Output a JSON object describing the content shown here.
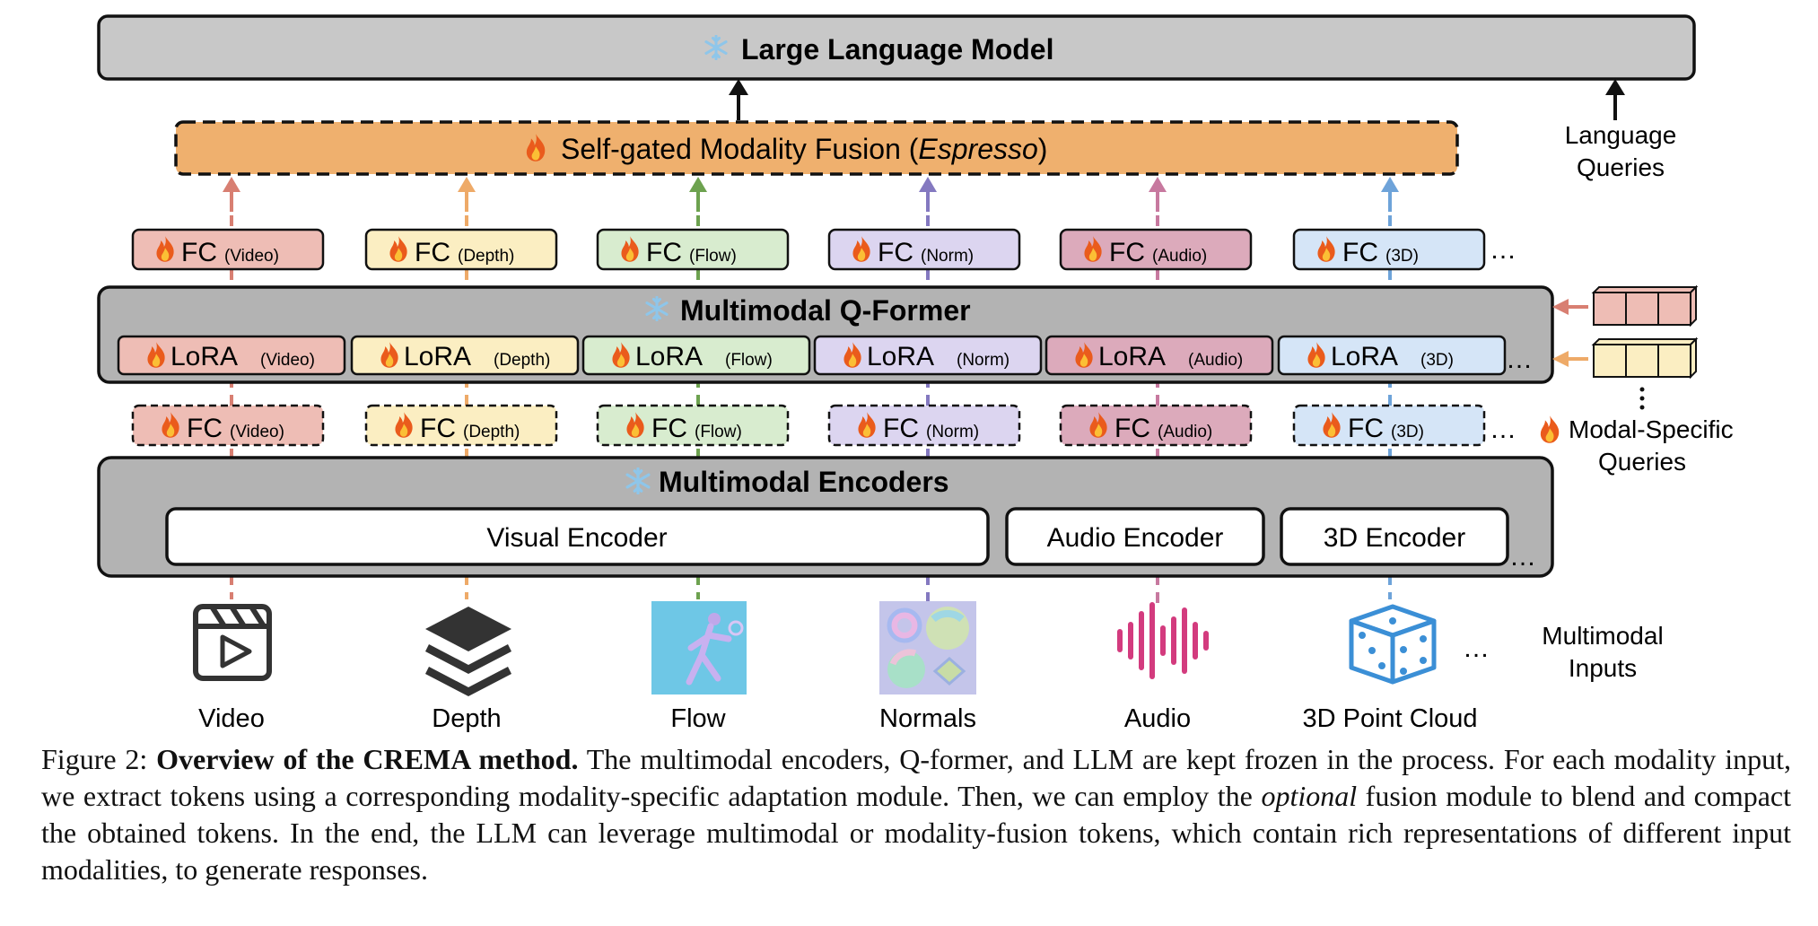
{
  "llm": {
    "label": "Large Language Model"
  },
  "fusion": {
    "label": "Self-gated Modality Fusion (",
    "emph": "Espresso",
    "close": ")"
  },
  "language_queries": {
    "line1": "Language",
    "line2": "Queries"
  },
  "qformer": {
    "label": "Multimodal Q-Former"
  },
  "encoders": {
    "label": "Multimodal Encoders",
    "visual": "Visual Encoder",
    "audio": "Audio Encoder",
    "three_d": "3D Encoder"
  },
  "modalities": [
    {
      "tag": "(Video)",
      "input": "Video",
      "color": "#d87f72",
      "fill": "#eebdb5"
    },
    {
      "tag": "(Depth)",
      "input": "Depth",
      "color": "#eeaa68",
      "fill": "#fbeec2"
    },
    {
      "tag": "(Flow)",
      "input": "Flow",
      "color": "#6da24f",
      "fill": "#d8eccf"
    },
    {
      "tag": "(Norm)",
      "input": "Normals",
      "color": "#8479c0",
      "fill": "#dcd5f0"
    },
    {
      "tag": "(Audio)",
      "input": "Audio",
      "color": "#c7799f",
      "fill": "#dcaabb"
    },
    {
      "tag": "(3D)",
      "input": "3D Point Cloud",
      "color": "#6ea3d9",
      "fill": "#d5e5f7"
    }
  ],
  "fc_label": "FC",
  "lora_label": "LoRA",
  "ellipsis": "…",
  "modal_specific_queries": {
    "line1": "Modal-Specific",
    "line2": "Queries"
  },
  "multimodal_inputs": {
    "line1": "Multimodal",
    "line2": "Inputs"
  },
  "icons": {
    "fire": "fire-icon",
    "snowflake": "snowflake-icon"
  },
  "colors": {
    "llm_fill": "#c8c8c8",
    "fusion_fill": "#efb06e",
    "gray_block": "#b3b3b3"
  },
  "caption": {
    "prefix": "Figure 2: ",
    "bold": "Overview of the CREMA method.",
    "part1": " The multimodal encoders, Q-former, and LLM are kept frozen in the process. For each modality input, we extract tokens using a corresponding modality-specific adaptation module. Then, we can employ the ",
    "italic": "optional",
    "part2": " fusion module to blend and compact the obtained tokens. In the end, the LLM can leverage multimodal or modality-fusion tokens, which contain rich representations of different input modalities, to generate responses."
  }
}
